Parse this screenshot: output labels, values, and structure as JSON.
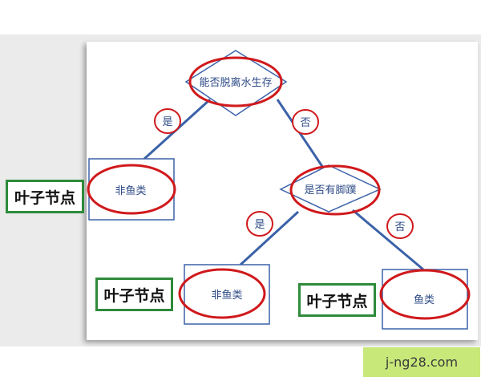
{
  "diagram": {
    "root_decision": "能否脱离水生存",
    "second_decision": "是否有脚蹼",
    "leaf_left": "非鱼类",
    "leaf_middle": "非鱼类",
    "leaf_right": "鱼类",
    "edge_yes_1": "是",
    "edge_no_1": "否",
    "edge_yes_2": "是",
    "edge_no_2": "否"
  },
  "annotations": {
    "leaf_tag_1": "叶子节点",
    "leaf_tag_2": "叶子节点",
    "leaf_tag_3": "叶子节点"
  },
  "colors": {
    "node_border": "#3b62a8",
    "edge_line": "#3b62a8",
    "highlight_ellipse": "#d0191c",
    "leaf_tag_border": "#2e8b3a",
    "watermark_bg": "#c8e87a"
  },
  "watermark": "j-ng28.com"
}
